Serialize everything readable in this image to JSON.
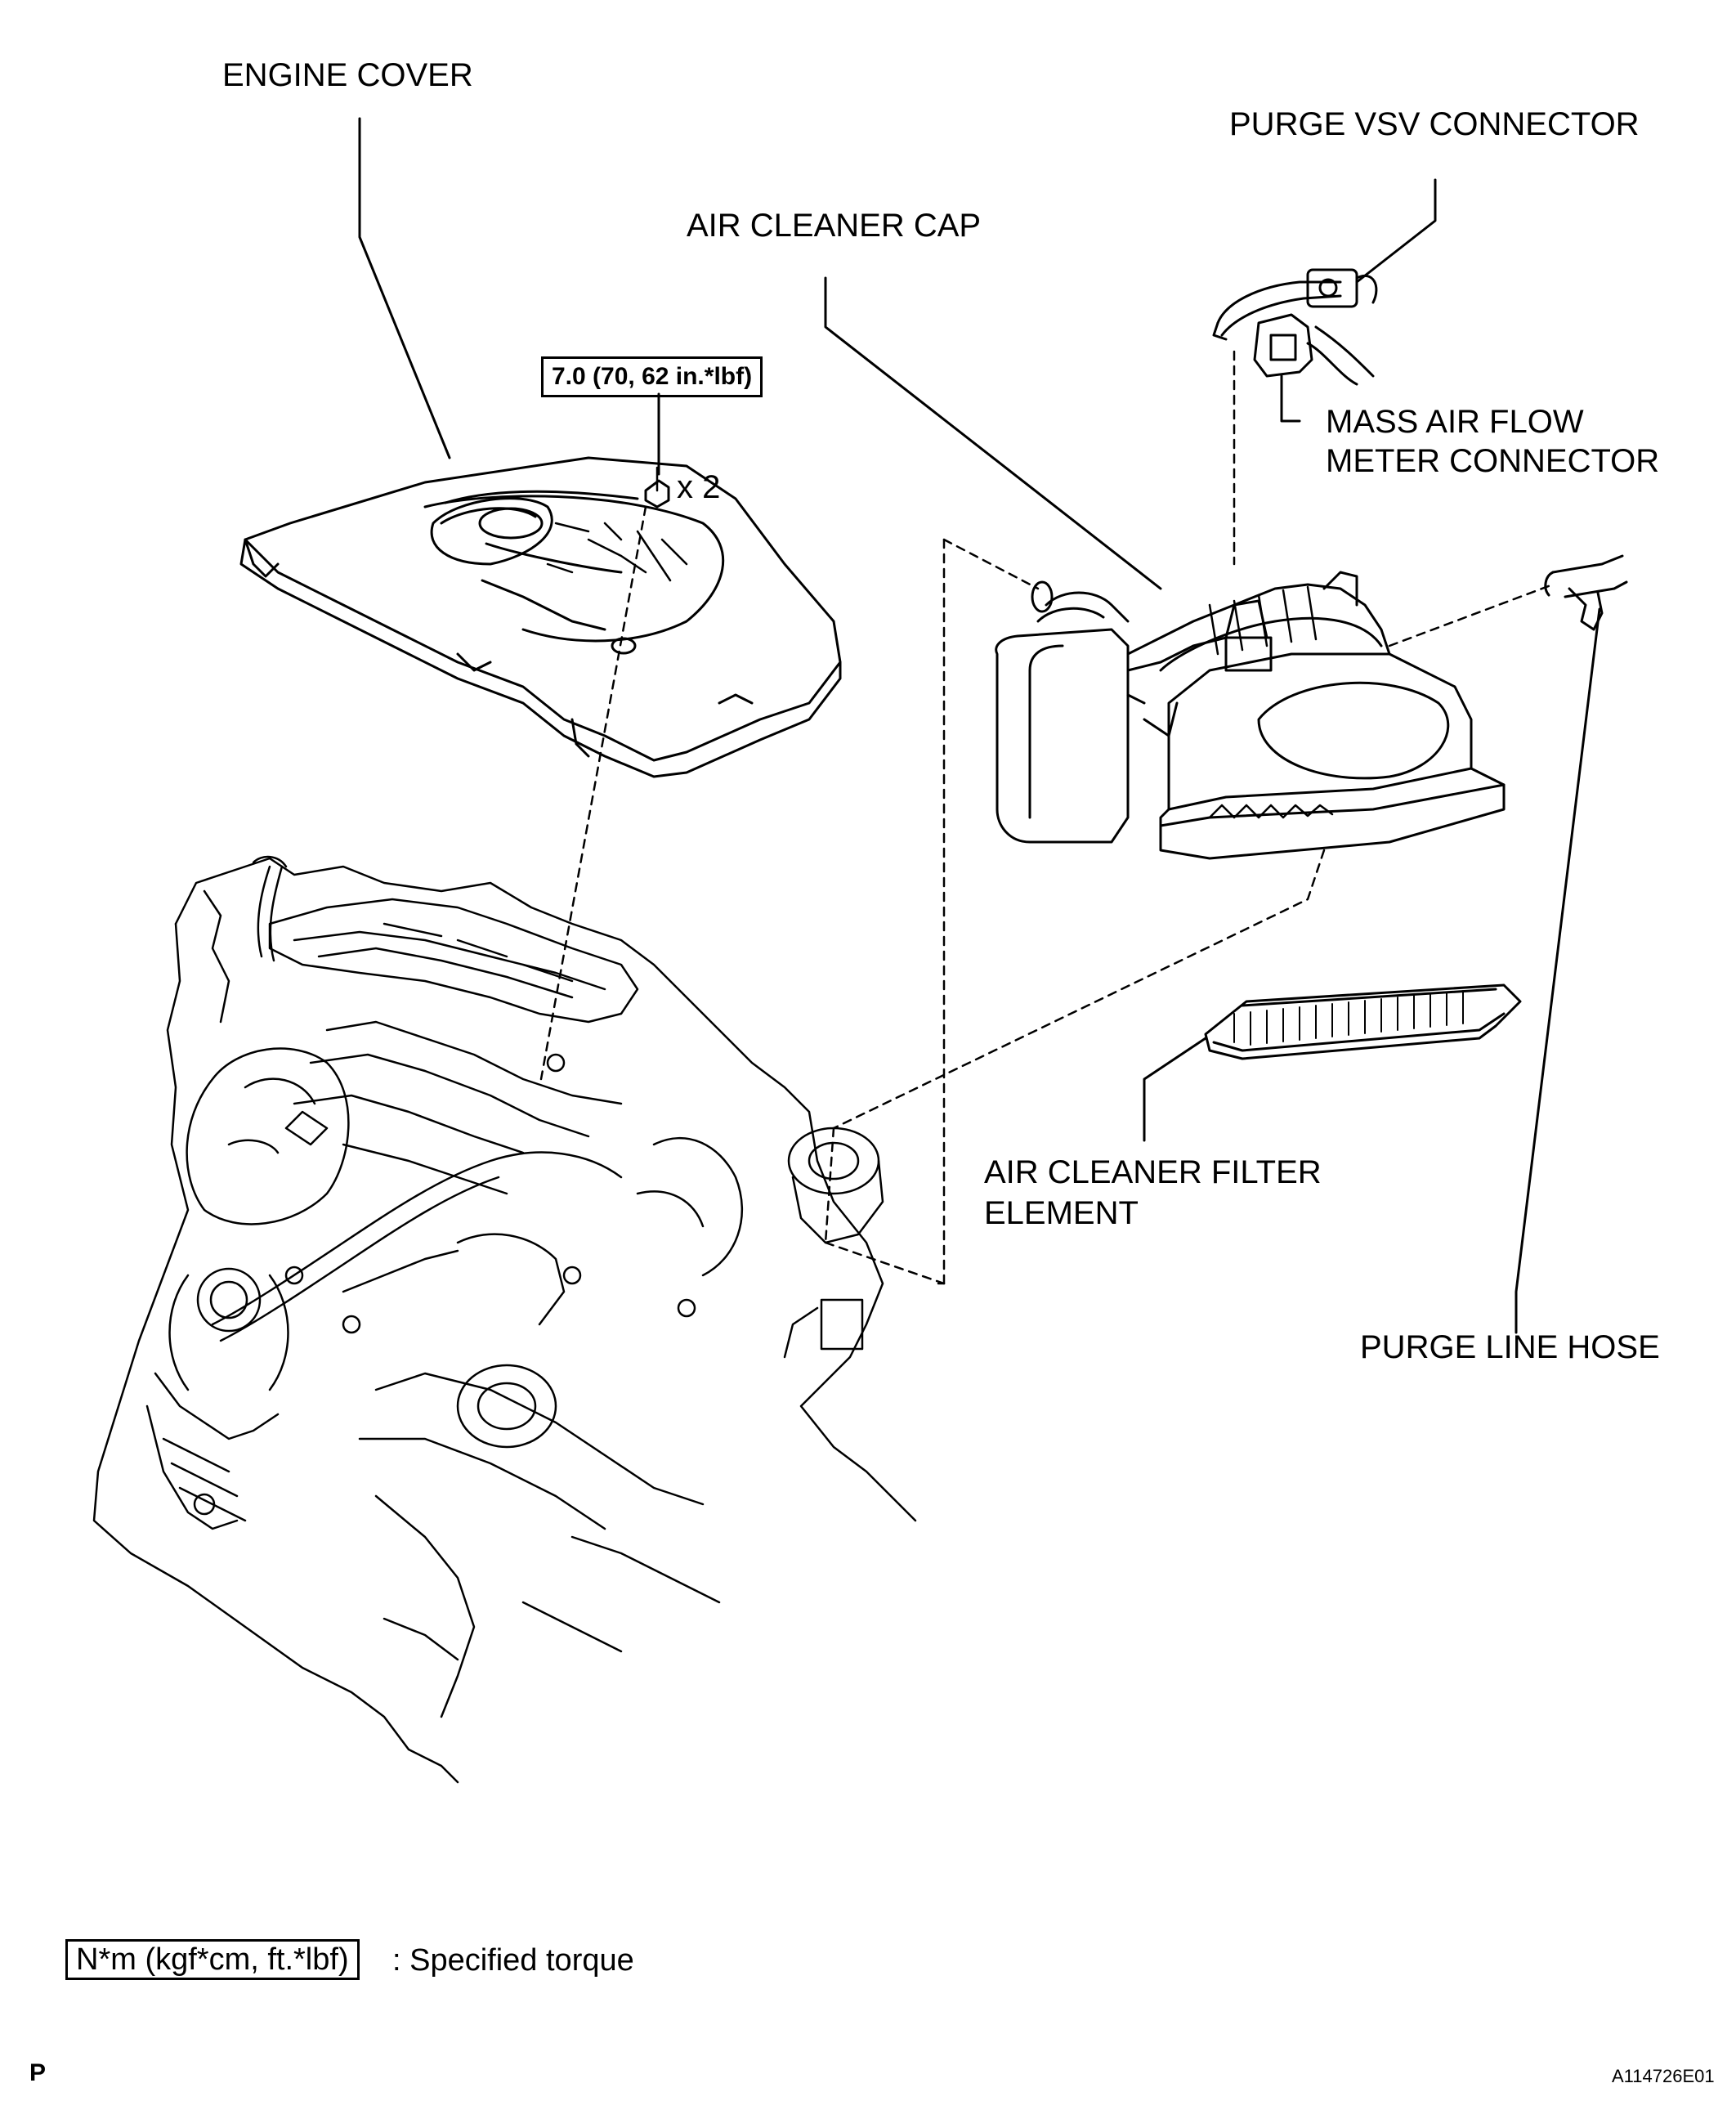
{
  "labels": {
    "engine_cover": "ENGINE COVER",
    "purge_vsv_connector": "PURGE VSV CONNECTOR",
    "air_cleaner_cap": "AIR CLEANER CAP",
    "mass_air_flow_line1": "MASS AIR FLOW",
    "mass_air_flow_line2": "METER CONNECTOR",
    "air_cleaner_filter_line1": "AIR CLEANER FILTER",
    "air_cleaner_filter_line2": "ELEMENT",
    "purge_line_hose": "PURGE LINE HOSE"
  },
  "torque": {
    "value": "7.0 (70, 62 in.*lbf)",
    "quantity": "x 2"
  },
  "legend": {
    "unit_box": "N*m (kgf*cm, ft.*lbf)",
    "description": ": Specified torque"
  },
  "footer": {
    "section_code": "P",
    "figure_id": "A114726E01"
  },
  "colors": {
    "ink": "#000000",
    "paper": "#ffffff"
  }
}
